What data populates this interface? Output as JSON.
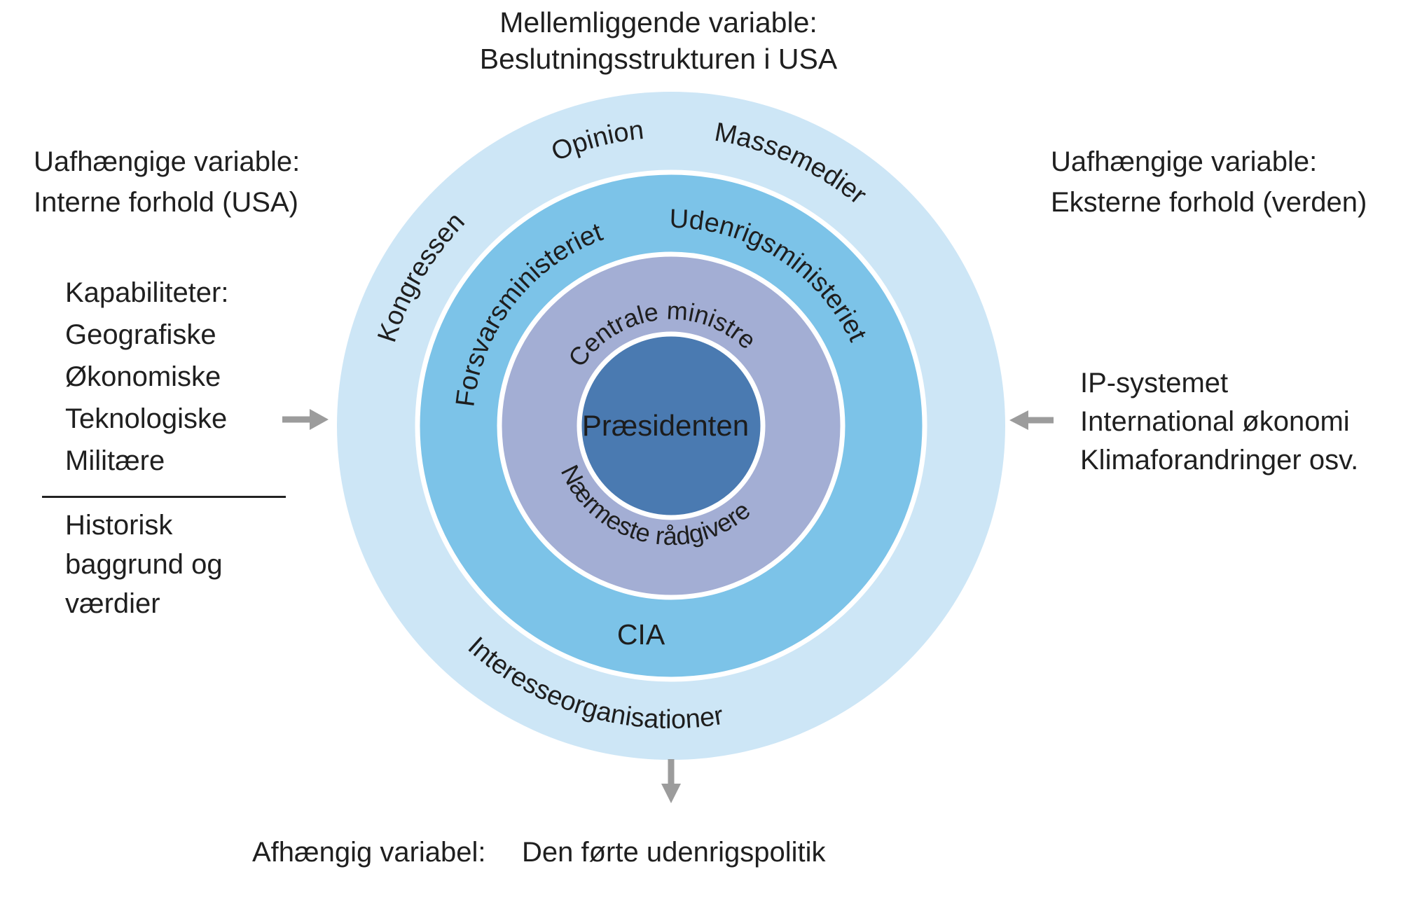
{
  "title": {
    "line1": "Mellemliggende variable:",
    "line2": "Beslutningsstrukturen i USA"
  },
  "left": {
    "header_line1": "Uafhængige variable:",
    "header_line2": "Interne forhold (USA)",
    "capabilities": [
      "Kapabiliteter:",
      "Geografiske",
      "Økonomiske",
      "Teknologiske",
      "Militære"
    ],
    "history": [
      "Historisk",
      "baggrund og",
      "værdier"
    ]
  },
  "right": {
    "header_line1": "Uafhængige variable:",
    "header_line2": "Eksterne forhold (verden)",
    "externals": [
      "IP-systemet",
      "International økonomi",
      "Klimaforandringer osv."
    ]
  },
  "bottom": {
    "label": "Afhængig variabel:",
    "value": "Den førte udenrigspolitik"
  },
  "rings": {
    "outer": {
      "color": "#cde6f6",
      "labels": {
        "kongressen": "Kongressen",
        "opinion": "Opinion",
        "massemedier": "Massemedier",
        "interesseorganisationer": "Interesseorganisationer"
      }
    },
    "middle": {
      "color": "#7cc3e8",
      "labels": {
        "forsvarsministeriet": "Forsvarsministeriet",
        "udenrigsministeriet": "Udenrigsministeriet",
        "cia": "CIA"
      }
    },
    "inner": {
      "color": "#a3aed4",
      "labels": {
        "centrale_ministre": "Centrale ministre",
        "naermeste_raadgivere": "Nærmeste rådgivere"
      }
    },
    "core": {
      "color": "#4a7ab1",
      "label": "Præsidenten"
    }
  },
  "colors": {
    "arrow": "#9c9c9c"
  }
}
